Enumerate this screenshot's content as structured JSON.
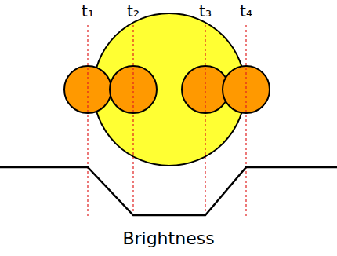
{
  "diagram": {
    "labels": [
      "t₁",
      "t₂",
      "t₃",
      "t₄",
      "Brightness"
    ]
  }
}
